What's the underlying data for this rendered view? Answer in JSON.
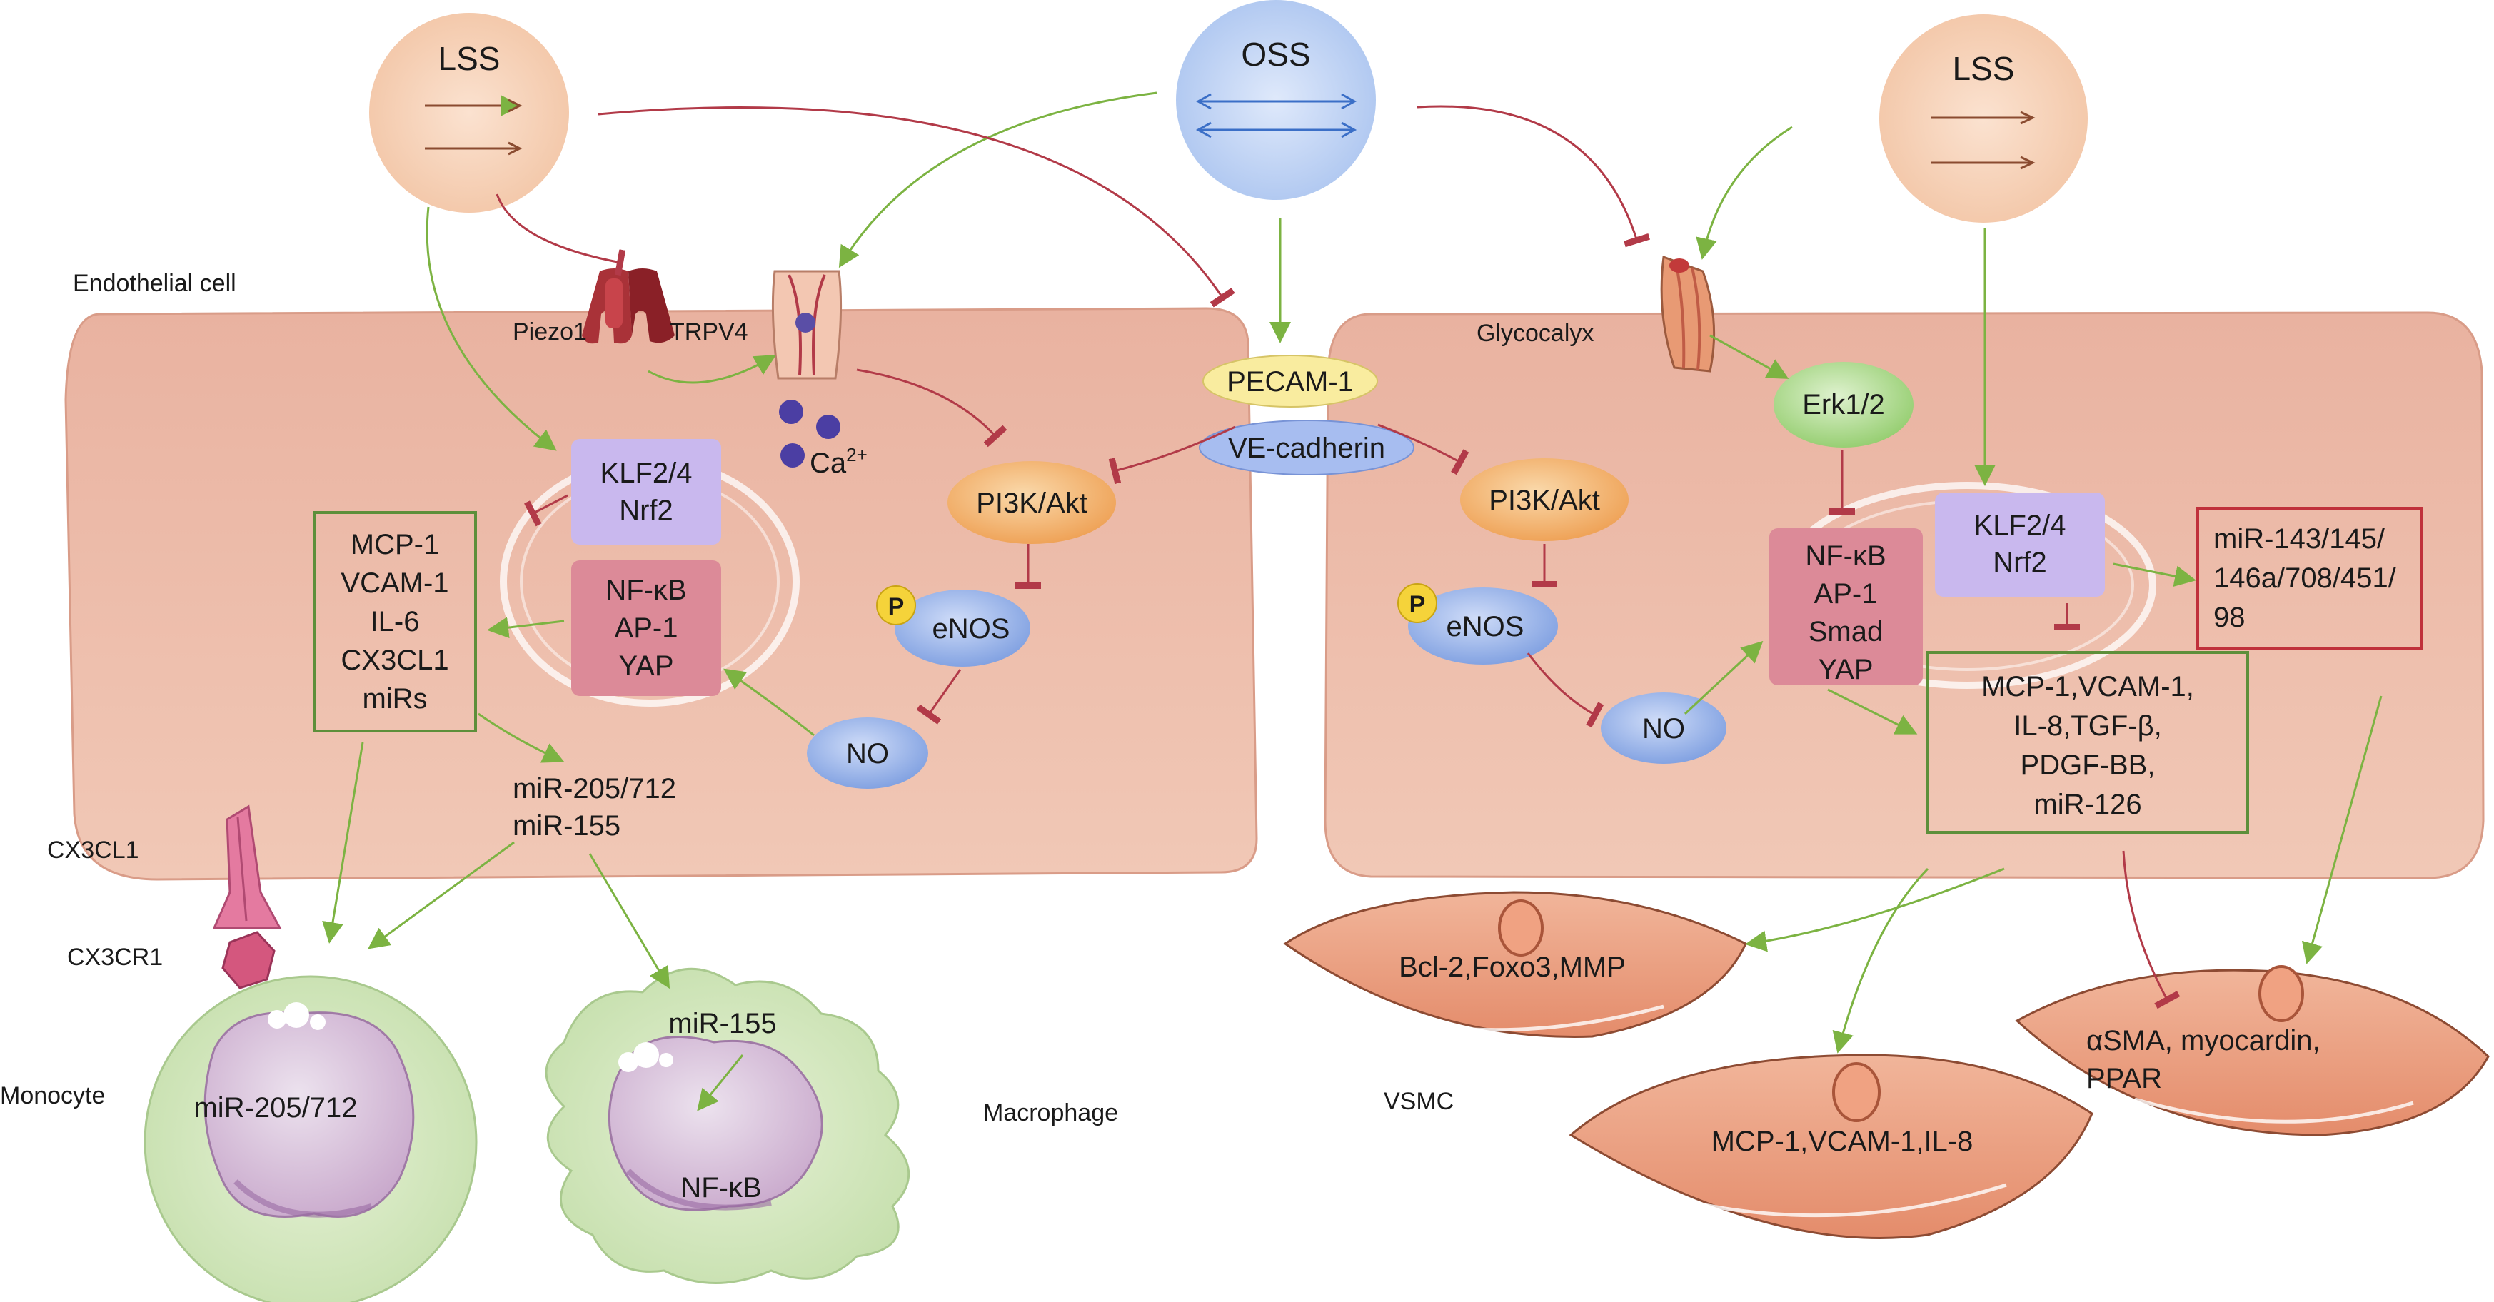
{
  "colors": {
    "activate": "#7cb342",
    "inhibit": "#b23a48",
    "cell": "#ebb8a6",
    "klf": "#c9b8ee",
    "nfkb": "#dc8a98",
    "akt": "#f2b872",
    "enos": "#8fb0e6",
    "erk": "#a8d88a",
    "box_green": "#5d8f3a",
    "box_red": "#c0313b"
  },
  "stimuli": {
    "lss_left": "LSS",
    "oss": "OSS",
    "lss_right": "LSS"
  },
  "labels": {
    "endothelial_cell": "Endothelial cell",
    "piezo1": "Piezo1",
    "trpv4": "TRPV4",
    "ca": "Ca",
    "ca_sup": "2+",
    "pecam1": "PECAM-1",
    "ve_cadherin": "VE-cadherin",
    "glycocalyx": "Glycocalyx",
    "cx3cl1": "CX3CL1",
    "cx3cr1": "CX3CR1",
    "monocyte": "Monocyte",
    "macrophage": "Macrophage",
    "vsmc": "VSMC",
    "p": "P"
  },
  "left_cell": {
    "klf": [
      "KLF2/4",
      "Nrf2"
    ],
    "nfkb": [
      "NF-κB",
      "AP-1",
      "YAP"
    ],
    "targets": [
      "MCP-1",
      "VCAM-1",
      "IL-6",
      "CX3CL1",
      "miRs"
    ],
    "pi3k": "PI3K/Akt",
    "enos": "eNOS",
    "no": "NO",
    "mirs": [
      "miR-205/712",
      "miR-155"
    ]
  },
  "right_cell": {
    "erk": "Erk1/2",
    "pi3k": "PI3K/Akt",
    "enos": "eNOS",
    "no": "NO",
    "nfkb": [
      "NF-κB",
      "AP-1",
      "Smad",
      "YAP"
    ],
    "klf": [
      "KLF2/4",
      "Nrf2"
    ],
    "mirs": [
      "miR-143/145/",
      "146a/708/451/",
      "98"
    ],
    "targets": [
      "MCP-1,VCAM-1,",
      "IL-8,TGF-β,",
      "PDGF-BB,",
      "miR-126"
    ]
  },
  "monocyte": {
    "content": "miR-205/712"
  },
  "macrophage": {
    "mir": "miR-155",
    "target": "NF-κB"
  },
  "vsmc_cells": {
    "top_left": "Bcl-2,Foxo3,MMP",
    "bottom": "MCP-1,VCAM-1,IL-8",
    "right": [
      "αSMA, myocardin,",
      "PPAR"
    ]
  }
}
